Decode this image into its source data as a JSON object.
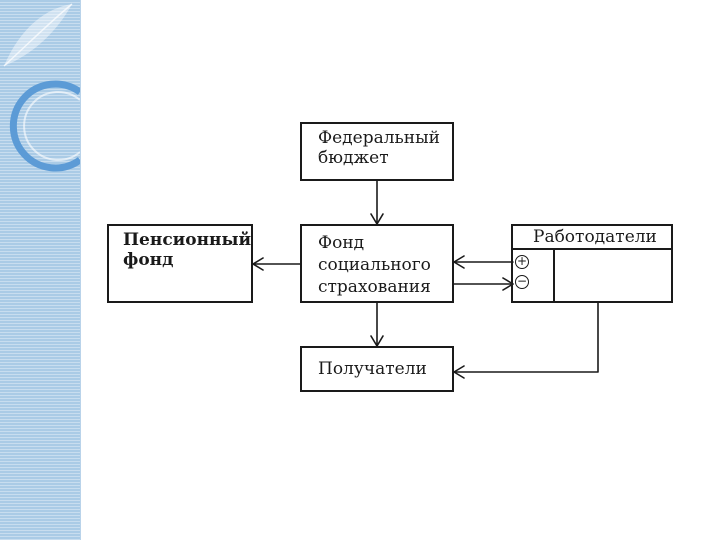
{
  "diagram": {
    "federal_budget": "Федеральный\nбюджет",
    "pension_fund": "Пенсионный\nфонд",
    "social_insurance_fund": "Фонд\nсоциального\nстрахования",
    "employers": "Работодатели",
    "plus_sign": "+",
    "minus_sign": "−",
    "recipients": "Получатели"
  }
}
